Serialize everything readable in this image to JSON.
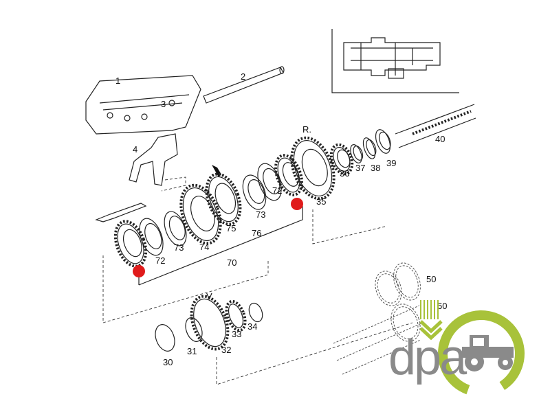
{
  "diagram": {
    "part_labels": [
      "1",
      "2",
      "3",
      "4",
      "R.",
      "40",
      "36",
      "37",
      "38",
      "39",
      "35",
      "72",
      "73",
      "76",
      "75",
      "74",
      "73",
      "72",
      "70",
      "50",
      "60",
      "V.",
      "34",
      "33",
      "32",
      "31",
      "30"
    ],
    "highlight_color": "#e01b1b"
  },
  "logo": {
    "text": "dpa",
    "text_color": "#8a8a8a",
    "accent_color": "#a8c23a",
    "icon": "tractor-icon"
  }
}
